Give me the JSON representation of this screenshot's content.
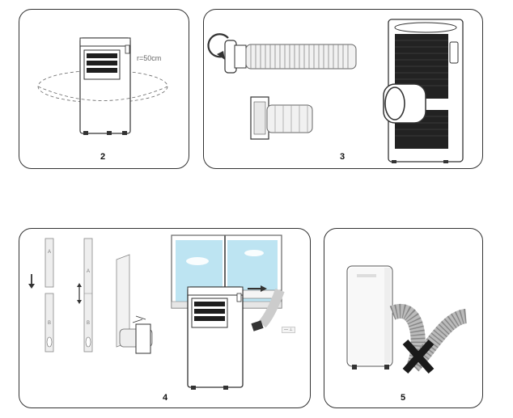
{
  "panels": [
    {
      "step": "2",
      "radius_label": "r=50cm"
    },
    {
      "step": "3"
    },
    {
      "step": "4",
      "strip_a_label": "A",
      "strip_b_label": "B"
    },
    {
      "step": "5"
    }
  ],
  "colors": {
    "outline": "#333333",
    "unit_body": "#ffffff",
    "unit_dark": "#1e1e1e",
    "hose": "#cccccc",
    "sky": "#bde4f2",
    "cross": "#1a1a1a"
  },
  "icons": [
    "rotate-arrow-icon",
    "arrow-down-icon",
    "arrow-updown-icon",
    "arrow-right-icon",
    "cross-icon"
  ]
}
